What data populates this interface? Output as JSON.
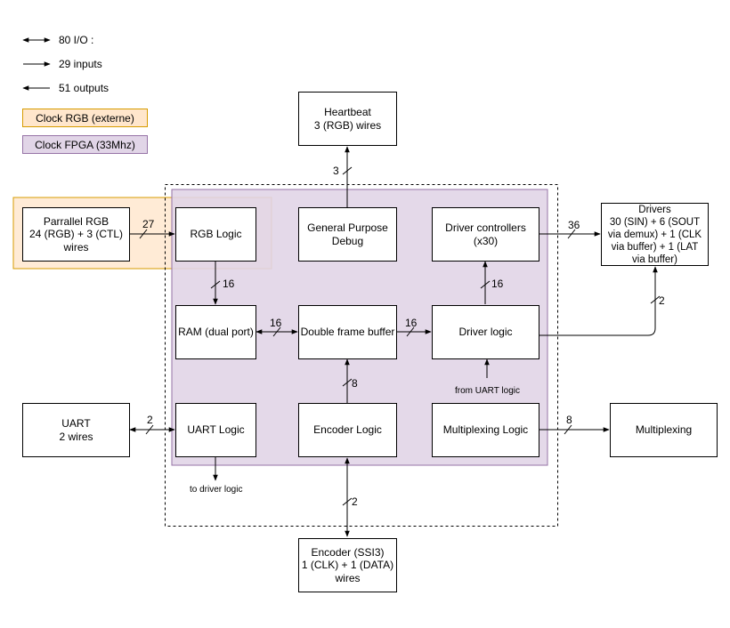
{
  "legend": {
    "io": "80 I/O :",
    "inputs": "29 inputs",
    "outputs": "51 outputs",
    "clock_rgb": "Clock RGB (externe)",
    "clock_fpga": "Clock FPGA (33Mhz)"
  },
  "colors": {
    "clock_rgb_fill": "#ffe6cc",
    "clock_rgb_border": "#d79b00",
    "clock_fpga_fill": "#e1d5e7",
    "clock_fpga_border": "#9673a6"
  },
  "blocks": {
    "heartbeat": "Heartbeat\n3 (RGB) wires",
    "parallel_rgb": "Parrallel RGB\n24 (RGB) + 3 (CTL)\nwires",
    "rgb_logic": "RGB Logic",
    "gp_debug": "General Purpose\nDebug",
    "driver_controllers": "Driver controllers\n(x30)",
    "drivers": "Drivers\n30 (SIN) + 6 (SOUT\nvia demux) + 1 (CLK\nvia buffer) + 1 (LAT\nvia buffer)",
    "ram": "RAM (dual port)",
    "double_frame_buffer": "Double frame buffer",
    "driver_logic": "Driver logic",
    "uart": "UART\n2 wires",
    "uart_logic": "UART Logic",
    "encoder_logic": "Encoder Logic",
    "multiplexing_logic": "Multiplexing Logic",
    "multiplexing": "Multiplexing",
    "encoder": "Encoder (SSI3)\n1 (CLK) + 1 (DATA)\nwires"
  },
  "bus_widths": {
    "heartbeat": "3",
    "parallel_rgb": "27",
    "driver_controllers_out": "36",
    "rgb_to_ram": "16",
    "ram_to_buffer": "16",
    "buffer_to_driver": "16",
    "driver_to_controllers": "16",
    "driver_logic_out": "2",
    "encoder_to_buffer": "8",
    "uart": "2",
    "multiplexing": "8",
    "encoder": "2"
  },
  "notes": {
    "from_uart": "from UART logic",
    "to_driver": "to driver logic"
  }
}
